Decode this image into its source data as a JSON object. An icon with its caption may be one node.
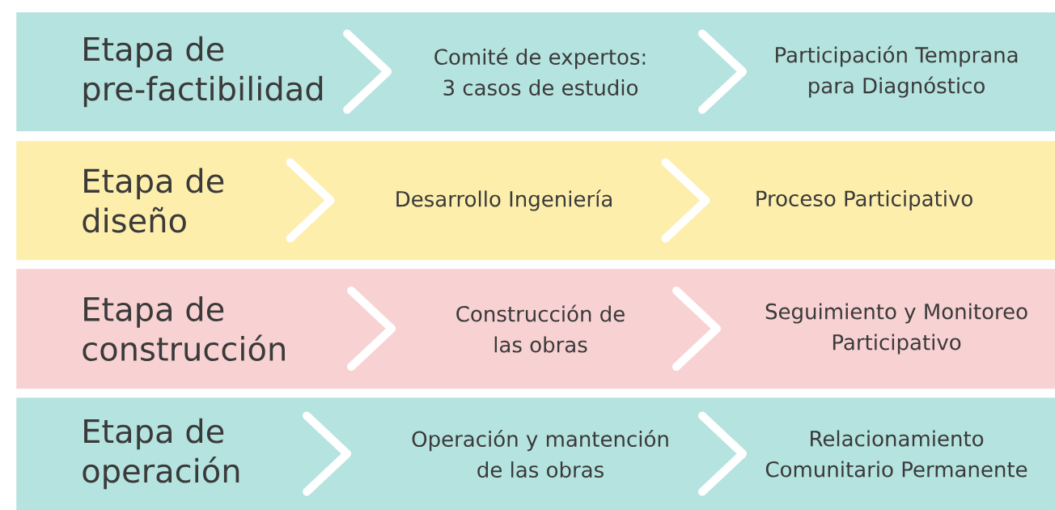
{
  "diagram": {
    "nodes": [
      {
        "text": [],
        "shape": "bar"
      },
      {
        "text": [
          "Etapa de pre-factibilidad"
        ],
        "in": 0
      },
      {
        "text": [
          "Comité de expertos: 3 casos de estudio"
        ],
        "in": 0
      },
      {
        "text": [
          "Participación Temprana para Diagnóstico"
        ],
        "in": 0
      },
      {
        "text": [],
        "shape": "bar"
      },
      {
        "text": [
          "Etapa de diseño"
        ],
        "in": 4
      },
      {
        "text": [
          "Desarrollo Ingeniería"
        ],
        "in": 4
      },
      {
        "text": [
          "Proceso Participativo"
        ],
        "in": 4
      },
      {
        "text": [],
        "shape": "bar"
      },
      {
        "text": [
          "Etapa de construcción"
        ],
        "in": 8
      },
      {
        "text": [
          "Construcción de las obras"
        ],
        "in": 8
      },
      {
        "text": [
          "Seguimiento y Monitoreo Participativo"
        ],
        "in": 8
      },
      {
        "text": [],
        "shape": "bar"
      },
      {
        "text": [
          "Etapa de operación"
        ],
        "in": 12
      },
      {
        "text": [
          "Operación y mantención de las obras"
        ],
        "in": 12
      },
      {
        "text": [
          "Relacionamiento Comunitario Permanente"
        ],
        "in": 12
      }
    ],
    "edges": [
      {
        "from": 1,
        "to": 2,
        "arrow": "to"
      },
      {
        "from": 2,
        "to": 3,
        "arrow": "to"
      },
      {
        "from": 5,
        "to": 6,
        "arrow": "to"
      },
      {
        "from": 6,
        "to": 7,
        "arrow": "to"
      },
      {
        "from": 9,
        "to": 10,
        "arrow": "to"
      },
      {
        "from": 10,
        "to": 11,
        "arrow": "to"
      },
      {
        "from": 13,
        "to": 14,
        "arrow": "to"
      },
      {
        "from": 14,
        "to": 15,
        "arrow": "to"
      }
    ]
  }
}
